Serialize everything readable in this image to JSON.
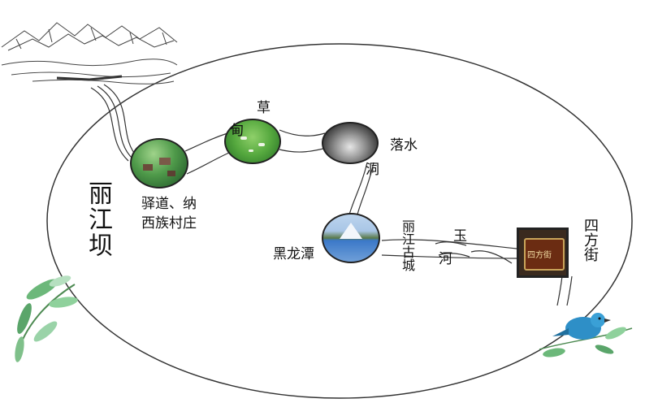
{
  "title": "丽江坝",
  "stops": {
    "yidao": {
      "line1": "驿道、纳",
      "line2": "西族村庄"
    },
    "caodian": {
      "line1": "草",
      "line2": "甸"
    },
    "luoshui": {
      "label": "落水",
      "extra": "洞"
    },
    "heilongtan": {
      "label": "黑龙潭"
    },
    "gucheng": {
      "label": "丽江古城"
    },
    "yuhe": {
      "label": "玉",
      "extra": "河"
    },
    "sifangjie": {
      "label": "四方街",
      "sign": "四方街"
    }
  },
  "colors": {
    "outline": "#222222",
    "meadow": "#3fa64a",
    "water": "#3b78c8",
    "sign": "#6b2c12",
    "leaf": "#5aa56a",
    "bird": "#2e8fc7"
  }
}
